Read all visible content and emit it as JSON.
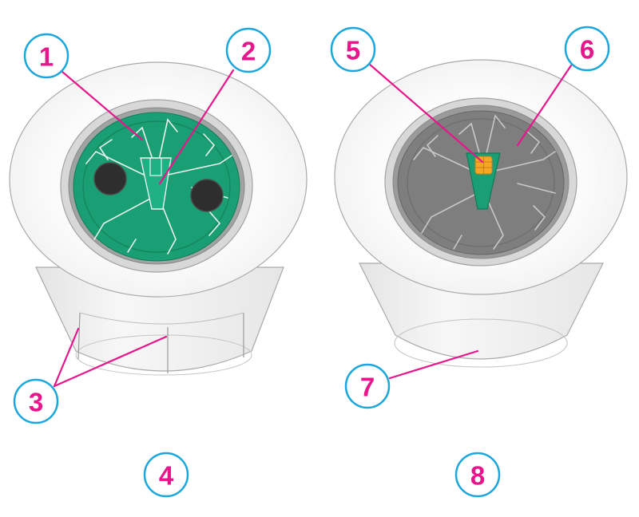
{
  "colors": {
    "callout_number": "#e6168b",
    "callout_ring": "#1aa7dc",
    "leader_line": "#e6168b",
    "green_tray": "#1a9e73",
    "grey_tray": "#7e7e7e",
    "chip": "#f5a623",
    "roll_body": "#f2f2f2"
  },
  "callouts": [
    {
      "id": "1",
      "label": "1"
    },
    {
      "id": "2",
      "label": "2"
    },
    {
      "id": "3",
      "label": "3"
    },
    {
      "id": "4",
      "label": "4"
    },
    {
      "id": "5",
      "label": "5"
    },
    {
      "id": "6",
      "label": "6"
    },
    {
      "id": "7",
      "label": "7"
    },
    {
      "id": "8",
      "label": "8"
    }
  ],
  "figures": [
    {
      "name": "left-roll",
      "core_color": "green",
      "has_marker_dots": true,
      "has_chip": false,
      "has_seams": true
    },
    {
      "name": "right-roll",
      "core_color": "grey",
      "has_marker_dots": false,
      "has_chip": true,
      "has_seams": false
    }
  ]
}
